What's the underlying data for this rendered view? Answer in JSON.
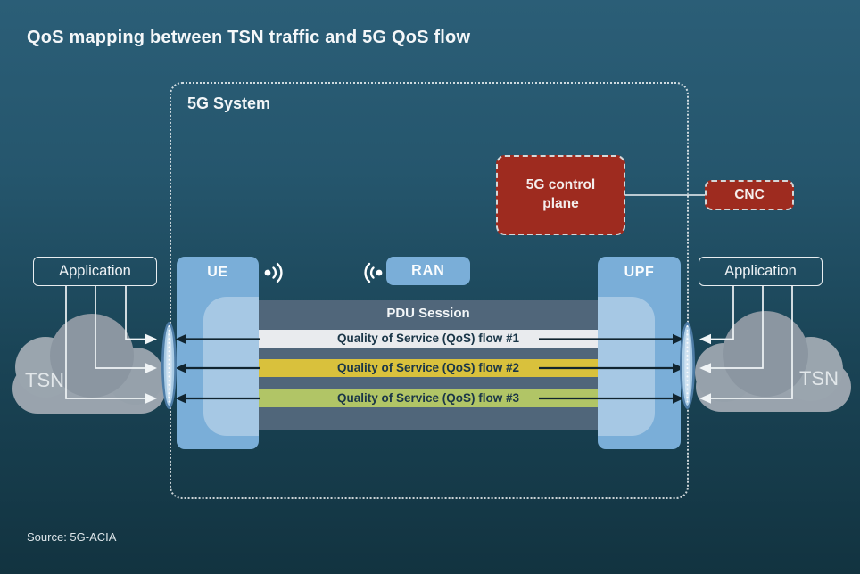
{
  "title": "QoS mapping between TSN traffic and 5G QoS flow",
  "source": "Source: 5G-ACIA",
  "system_box": {
    "label": "5G System"
  },
  "control_plane": {
    "label": "5G control plane"
  },
  "cnc": {
    "label": "CNC"
  },
  "nodes": {
    "ue": "UE",
    "ran": "RAN",
    "upf": "UPF"
  },
  "applications": {
    "left": "Application",
    "right": "Application"
  },
  "tsn": {
    "left": "TSN",
    "right": "TSN"
  },
  "pdu_session": {
    "label": "PDU Session"
  },
  "qos_flows": [
    {
      "label": "Quality of Service (QoS) flow #1",
      "color": "#e9ebee"
    },
    {
      "label": "Quality of Service (QoS) flow #2",
      "color": "#d9c13c"
    },
    {
      "label": "Quality of Service (QoS) flow #3",
      "color": "#b1c566"
    }
  ],
  "icons": {
    "left_radio": "radio-waves-right-icon",
    "right_radio": "radio-waves-left-icon"
  },
  "colors": {
    "background_top": "#2b5e77",
    "background_bottom": "#123340",
    "node_blue": "#7aaed8",
    "node_blue_light": "#a6c8e4",
    "pdu_band": "#50667a",
    "accent_red": "#9e2b1f",
    "cloud_gray": "#8b96a1",
    "arrow_dark": "#10242f",
    "arrow_white": "#f0f4f6"
  }
}
